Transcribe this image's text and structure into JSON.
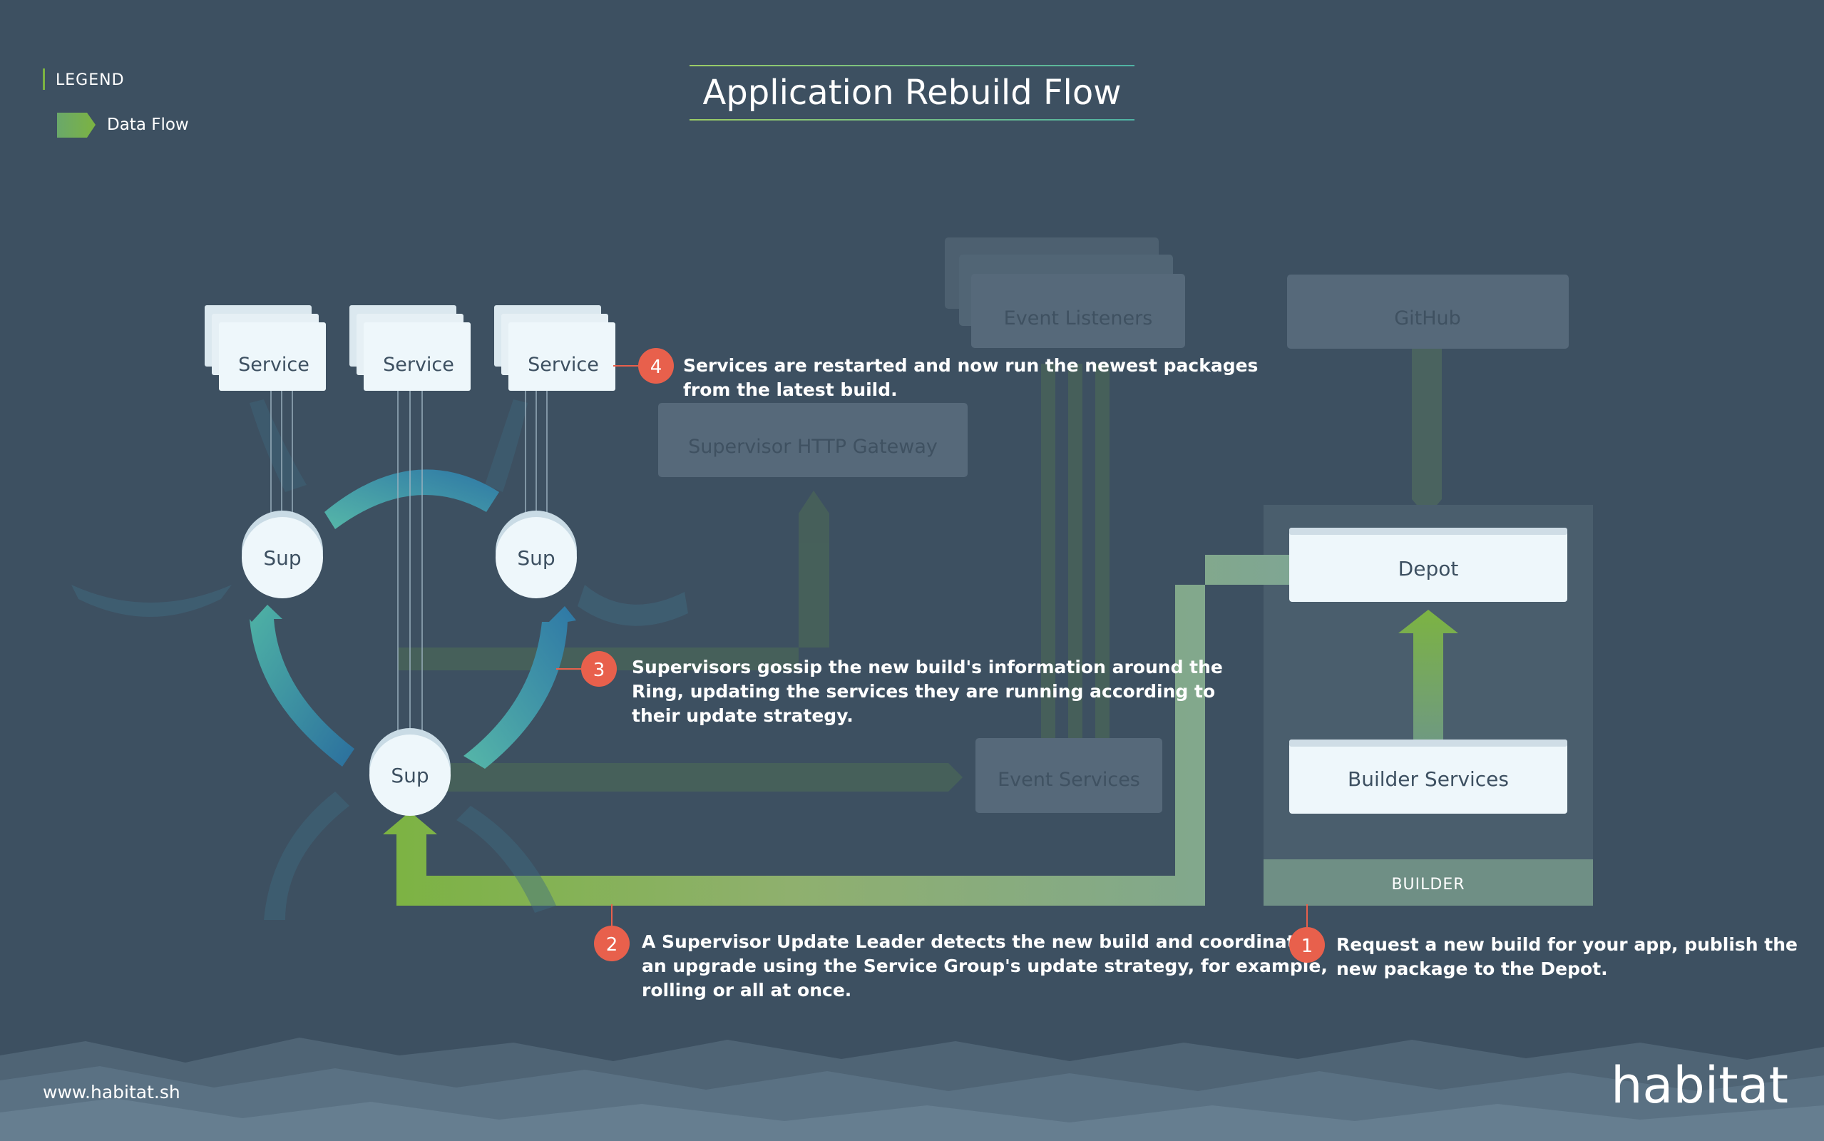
{
  "title": "Application Rebuild Flow",
  "legend": {
    "heading": "LEGEND",
    "items": [
      {
        "label": "Data Flow",
        "icon": "arrow-right-icon"
      }
    ]
  },
  "services": [
    "Service",
    "Service",
    "Service"
  ],
  "supervisors": [
    "Sup",
    "Sup",
    "Sup"
  ],
  "faded_boxes": {
    "event_listeners": "Event Listeners",
    "github": "GitHub",
    "gateway": "Supervisor HTTP Gateway",
    "event_services": "Event Services"
  },
  "builder": {
    "depot": "Depot",
    "builder_services": "Builder Services",
    "label": "BUILDER"
  },
  "steps": [
    {
      "number": "1",
      "lines": [
        "Request a new build for your app, publish the",
        "new package to the Depot."
      ]
    },
    {
      "number": "2",
      "lines": [
        "A Supervisor Update Leader detects the new build and coordinates",
        "an upgrade using the Service Group's update strategy, for example,",
        "rolling or all at once."
      ]
    },
    {
      "number": "3",
      "lines": [
        "Supervisors gossip the new build's information around the",
        "Ring, updating the services they are running according to",
        "their update strategy."
      ]
    },
    {
      "number": "4",
      "lines": [
        "Services are restarted and now run the newest packages",
        "from the latest build."
      ]
    }
  ],
  "footer": {
    "url": "www.habitat.sh",
    "logo": "habitat"
  },
  "colors": {
    "background": "#3d5061",
    "box": "#eef7fb",
    "faded_box": "#56697a",
    "step_badge": "#e8604c",
    "flow_green": "#7cb342",
    "ring_teal": "#3a9ca0",
    "ring_blue": "#2e77a6",
    "builder_panel": "#4a5e6d",
    "builder_label": "#6f8f85"
  }
}
